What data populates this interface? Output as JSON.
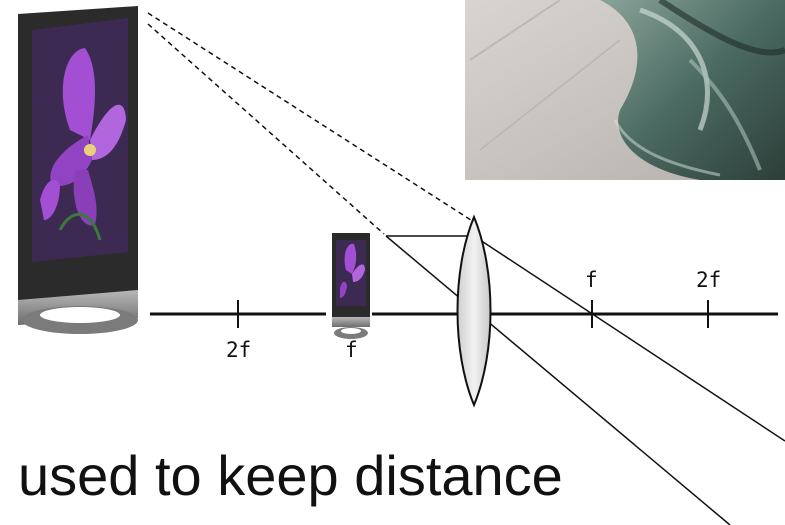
{
  "diagram": {
    "tick_labels": {
      "left_2f": "2f",
      "left_f": "f",
      "right_f": "f",
      "right_2f": "2f"
    },
    "caption": "used to keep distance"
  },
  "colors": {
    "line": "#111111",
    "lens_fill": "#dadada",
    "flower": "#a24fd3",
    "screen_bg": "#3d2a52",
    "monitor_frame": "#2b2b2b",
    "stand": "#9a9a9a"
  },
  "photo": {
    "description_icon": "glass-sculpture-photo"
  }
}
